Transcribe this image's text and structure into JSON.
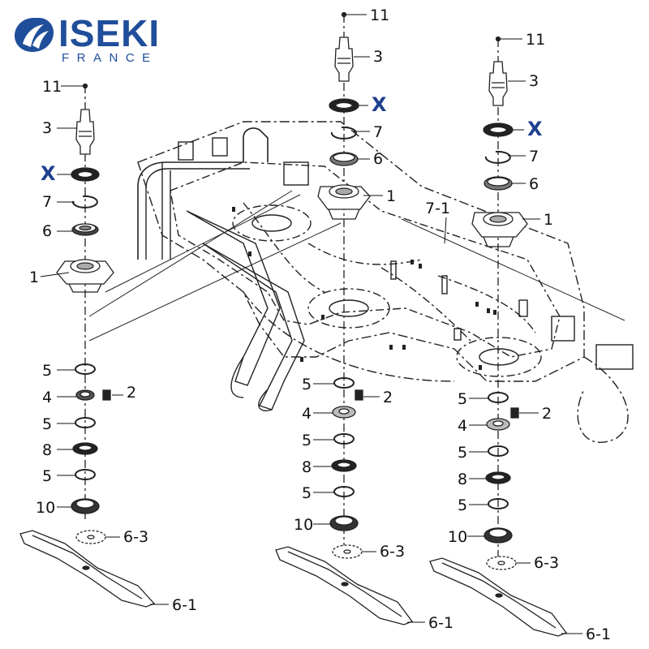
{
  "logo": {
    "brand": "ISEKI",
    "country": "FRANCE",
    "brand_color": "#1f4e9a",
    "icon": "iseki-logo-icon"
  },
  "highlight_color": "#1f3f8f",
  "labels": [
    {
      "id": "l-11-a",
      "text": "11"
    },
    {
      "id": "l-3-a",
      "text": "3"
    },
    {
      "id": "l-x-a",
      "text": "X",
      "highlight": true
    },
    {
      "id": "l-7-a",
      "text": "7"
    },
    {
      "id": "l-6-a",
      "text": "6"
    },
    {
      "id": "l-1-a",
      "text": "1"
    },
    {
      "id": "l-5-a1",
      "text": "5"
    },
    {
      "id": "l-4-a",
      "text": "4"
    },
    {
      "id": "l-2-a",
      "text": "2"
    },
    {
      "id": "l-5-a2",
      "text": "5"
    },
    {
      "id": "l-8-a",
      "text": "8"
    },
    {
      "id": "l-5-a3",
      "text": "5"
    },
    {
      "id": "l-10-a",
      "text": "10"
    },
    {
      "id": "l-63-a",
      "text": "6-3"
    },
    {
      "id": "l-61-a",
      "text": "6-1"
    },
    {
      "id": "l-11-b",
      "text": "11"
    },
    {
      "id": "l-3-b",
      "text": "3"
    },
    {
      "id": "l-x-b",
      "text": "X",
      "highlight": true
    },
    {
      "id": "l-7-b",
      "text": "7"
    },
    {
      "id": "l-6-b",
      "text": "6"
    },
    {
      "id": "l-1-b",
      "text": "1"
    },
    {
      "id": "l-5-b1",
      "text": "5"
    },
    {
      "id": "l-2-b",
      "text": "2"
    },
    {
      "id": "l-4-b",
      "text": "4"
    },
    {
      "id": "l-5-b2",
      "text": "5"
    },
    {
      "id": "l-8-b",
      "text": "8"
    },
    {
      "id": "l-5-b3",
      "text": "5"
    },
    {
      "id": "l-10-b",
      "text": "10"
    },
    {
      "id": "l-63-b",
      "text": "6-3"
    },
    {
      "id": "l-61-b",
      "text": "6-1"
    },
    {
      "id": "l-11-c",
      "text": "11"
    },
    {
      "id": "l-3-c",
      "text": "3"
    },
    {
      "id": "l-x-c",
      "text": "X",
      "highlight": true
    },
    {
      "id": "l-7-c",
      "text": "7"
    },
    {
      "id": "l-6-c",
      "text": "6"
    },
    {
      "id": "l-1-c",
      "text": "1"
    },
    {
      "id": "l-71",
      "text": "7-1"
    },
    {
      "id": "l-5-c1",
      "text": "5"
    },
    {
      "id": "l-2-c",
      "text": "2"
    },
    {
      "id": "l-4-c",
      "text": "4"
    },
    {
      "id": "l-5-c2",
      "text": "5"
    },
    {
      "id": "l-8-c",
      "text": "8"
    },
    {
      "id": "l-5-c3",
      "text": "5"
    },
    {
      "id": "l-10-c",
      "text": "10"
    },
    {
      "id": "l-63-c",
      "text": "6-3"
    },
    {
      "id": "l-61-c",
      "text": "6-1"
    }
  ]
}
